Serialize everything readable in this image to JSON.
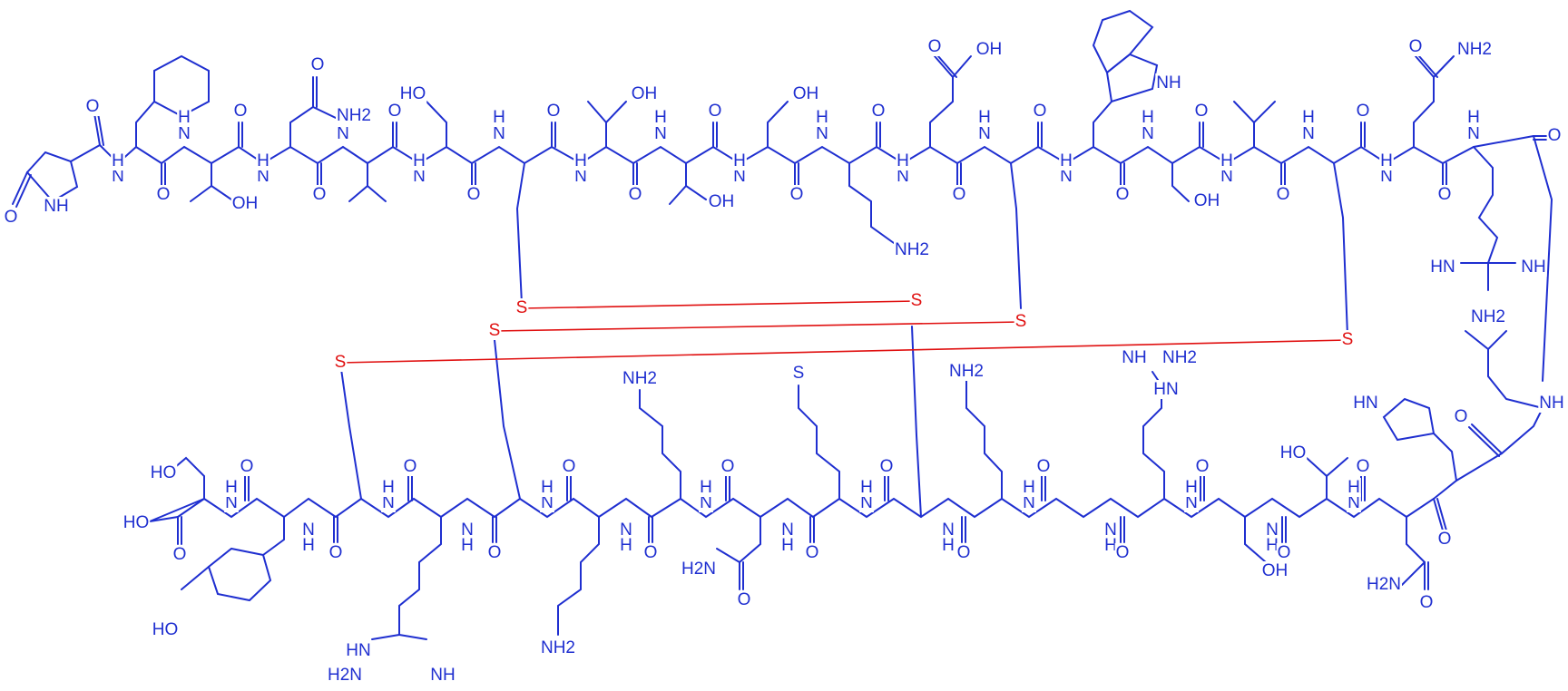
{
  "colors": {
    "structure": "#1f2fd0",
    "disulfide": "#e01010",
    "background": "#ffffff"
  },
  "labels": {
    "nh": "N",
    "nh_h": "H",
    "o": "O",
    "oh": "OH",
    "ho": "HO",
    "nh2": "NH2",
    "h2n": "H2N",
    "h2n_sub": "2",
    "hn": "HN",
    "s": "S",
    "cooh_top": "OH",
    "pyro_nh": "NH",
    "indole_nh": "NH",
    "hn_imid": "HN",
    "nh_plain": "NH"
  },
  "disulfide_sulfur": "S",
  "top_chain_text": {
    "asn_nh2": "NH2",
    "gln_nh2": "NH2",
    "glu_oh": "OH",
    "lys_nh2": "NH2",
    "arg_hn": "HN",
    "arg_nh": "NH",
    "arg_nh2": "NH2"
  },
  "bottom_chain_text": {
    "ser_ho": "HO",
    "cooh_ho": "HO",
    "tyr_ho": "HO",
    "arg1_hn": "HN",
    "arg1_h2n": "H2N",
    "arg1_nh": "NH",
    "lys1_nh2": "NH2",
    "lys2_nh2": "NH2",
    "asn_h2n": "H2N",
    "met_s": "S",
    "lys3_nh2": "NH2",
    "arg2_hn": "HN",
    "arg2_nh2": "NH2",
    "arg2_nh": "NH",
    "ser_oh": "OH",
    "thr_ho": "HO",
    "asn2_h2n": "H2N",
    "his_hn": "HN",
    "leu_nh": "NH"
  }
}
